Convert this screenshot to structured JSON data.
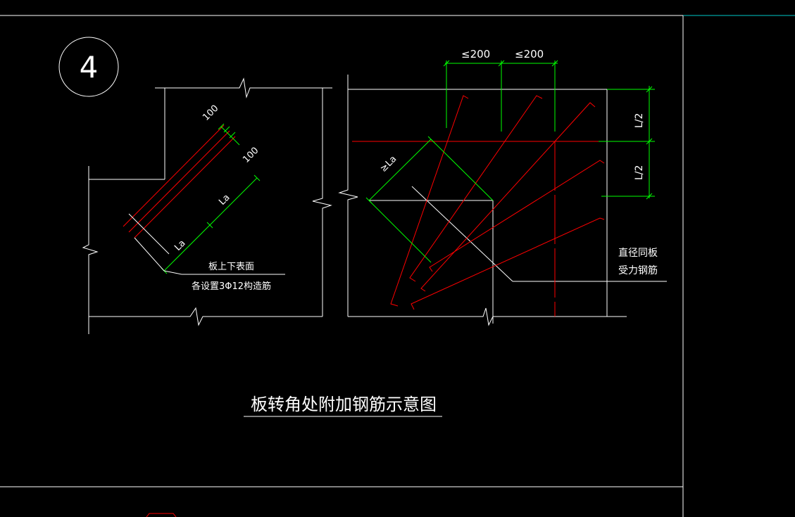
{
  "drawing": {
    "detail_number": "4",
    "title": "板转角处附加钢筋示意图",
    "left_detail": {
      "dim_top_1": "100",
      "dim_top_2": "100",
      "dim_la_upper": "La",
      "dim_la_lower": "La",
      "note_line_1": "板上下表面",
      "note_line_2": "各设置3Φ12构造筋"
    },
    "right_detail": {
      "dim_spacing_1": "≤200",
      "dim_spacing_2": "≤200",
      "dim_half_top": "L/2",
      "dim_half_bottom": "L/2",
      "dim_anchor": "≥La",
      "note_line_1": "直径同板",
      "note_line_2": "受力钢筋"
    }
  },
  "colors": {
    "background": "#000000",
    "outline": "#ffffff",
    "rebar": "#ff0000",
    "dimension": "#00ff00",
    "frame_accent": "#00c8c8"
  }
}
